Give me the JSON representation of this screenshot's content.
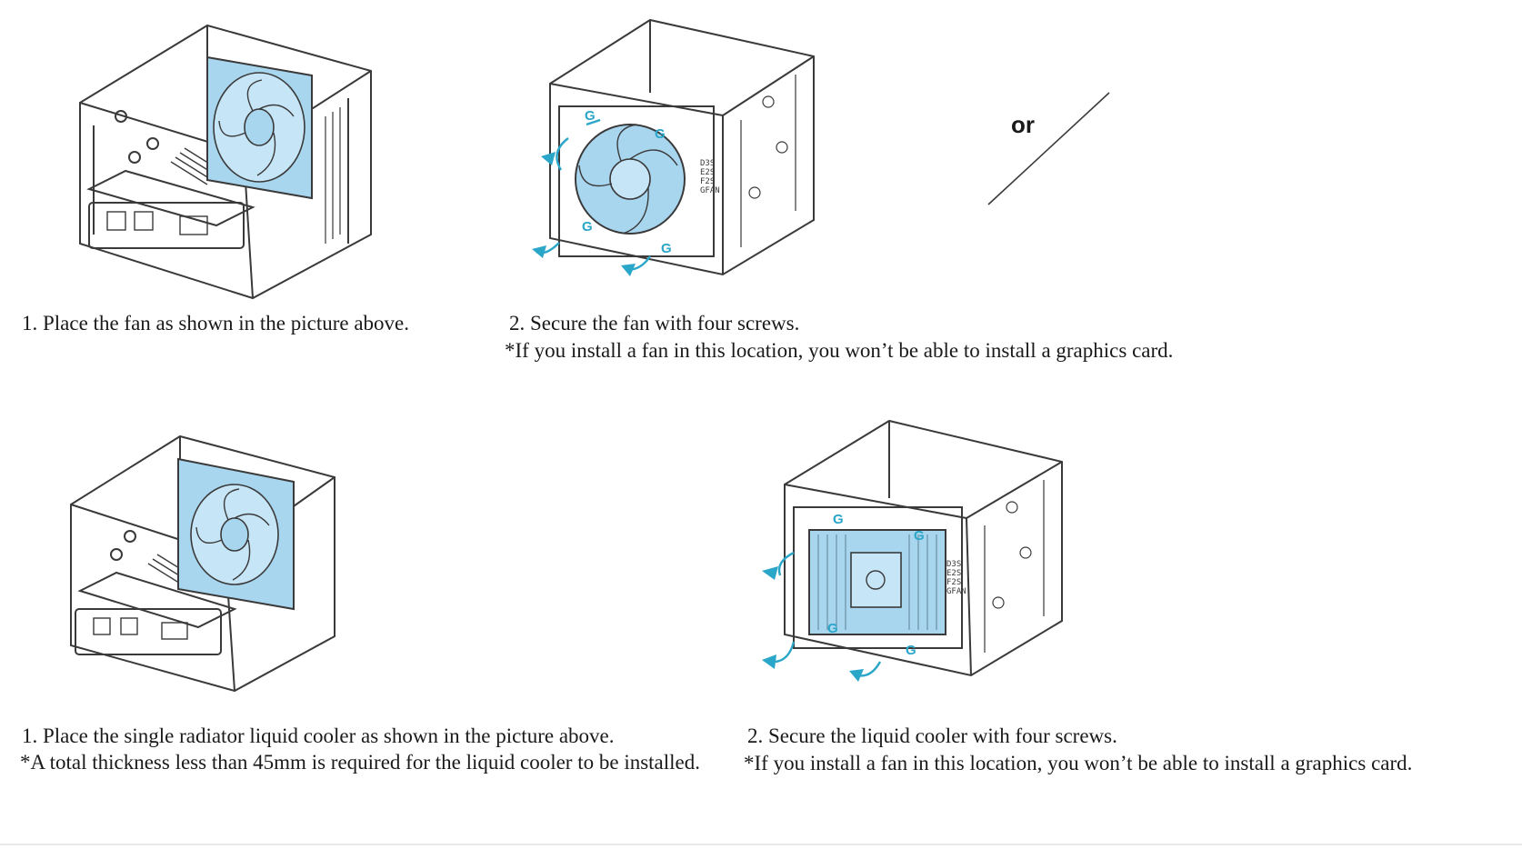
{
  "steps": {
    "fan_place": {
      "text": "1. Place the fan as shown in the picture above."
    },
    "fan_secure": {
      "text": "2. Secure the fan with four screws.",
      "note": "*If you install a fan in this location, you won’t be able to install a graphics card."
    },
    "cooler_place": {
      "text": "1. Place the single radiator liquid cooler as shown in the picture above.",
      "note": "*A total thickness less than 45mm is required for the liquid cooler to be installed."
    },
    "cooler_secure": {
      "text": "2. Secure the liquid cooler with four screws.",
      "note": "*If you install a fan in this location, you won’t be able to install a graphics card."
    }
  },
  "separator": {
    "label": "or"
  },
  "diagram_labels": {
    "screw": "G",
    "panel": "D3S\nE2S\nF2S\nGFAN"
  },
  "colors": {
    "accent": "#2aa6c9",
    "fan_fill": "#a9d6ef",
    "line": "#3a3a3a"
  }
}
